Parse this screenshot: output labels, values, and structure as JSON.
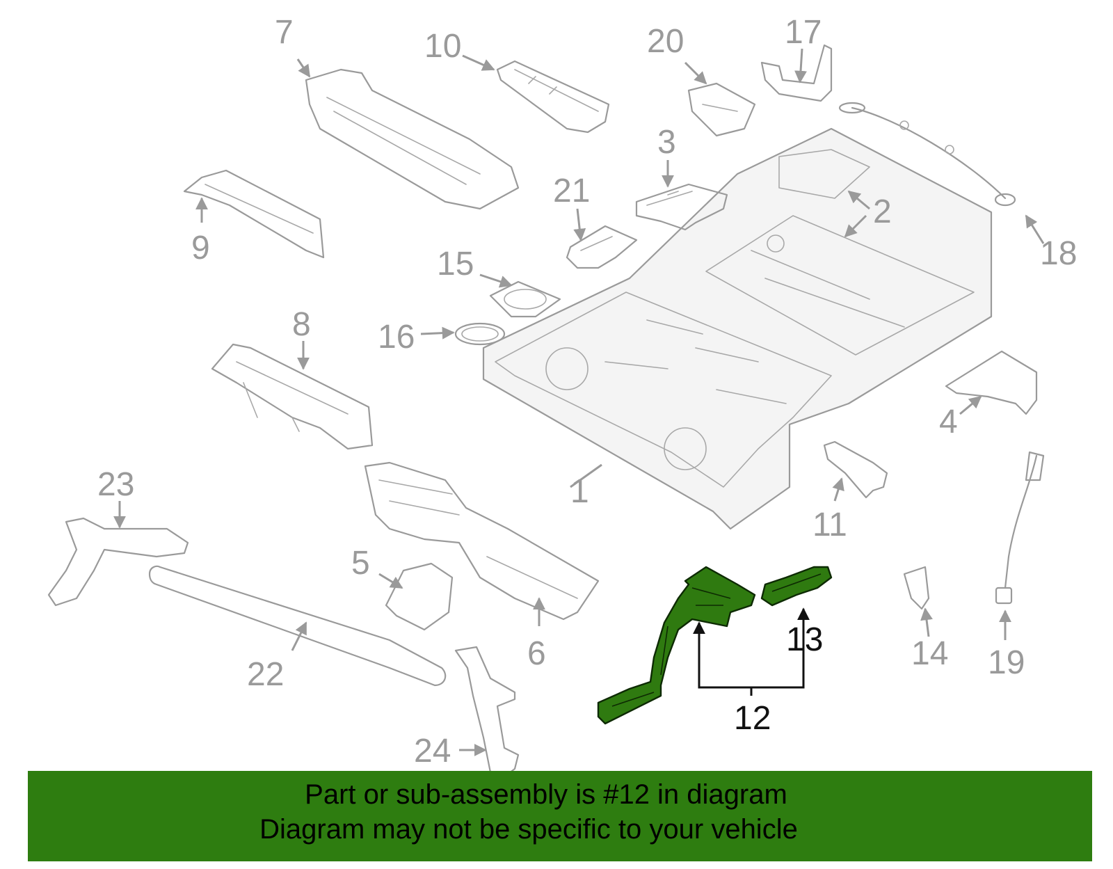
{
  "highlight_color": "#2e7d10",
  "highlight_part": "12",
  "callouts": {
    "c1": "1",
    "c2": "2",
    "c3": "3",
    "c4": "4",
    "c5": "5",
    "c6": "6",
    "c7": "7",
    "c8": "8",
    "c9": "9",
    "c10": "10",
    "c11": "11",
    "c12": "12",
    "c13": "13",
    "c14": "14",
    "c15": "15",
    "c16": "16",
    "c17": "17",
    "c18": "18",
    "c19": "19",
    "c20": "20",
    "c21": "21",
    "c22": "22",
    "c23": "23",
    "c24": "24"
  },
  "banner": {
    "line1": "Part or sub-assembly is #12 in diagram",
    "line2": "Diagram may not be specific to your vehicle"
  }
}
